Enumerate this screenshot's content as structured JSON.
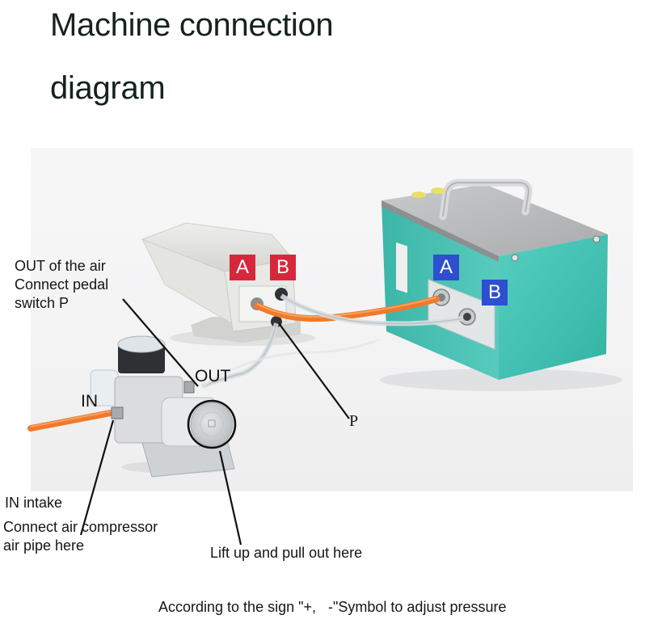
{
  "title": {
    "line1": "Machine connection",
    "line2": "diagram"
  },
  "badges": {
    "pedal_a": "A",
    "pedal_b": "B",
    "machine_a": "A",
    "machine_b": "B"
  },
  "colors": {
    "pedal_badge": "#d6283b",
    "machine_badge": "#2d4fd0",
    "machine_body": "#3fbfb0",
    "air_hose": "#f07a2a"
  },
  "annotations": {
    "out_of_air": [
      "OUT of the air",
      "Connect pedal",
      "switch P"
    ],
    "out": "OUT",
    "in": "IN",
    "p": "P",
    "in_intake": [
      "IN intake",
      "Connect air compressor",
      "air pipe here"
    ],
    "lift_up": "Lift up and pull out here",
    "adjust_pressure": "According to the sign \"+,   -\"Symbol to adjust pressure"
  }
}
